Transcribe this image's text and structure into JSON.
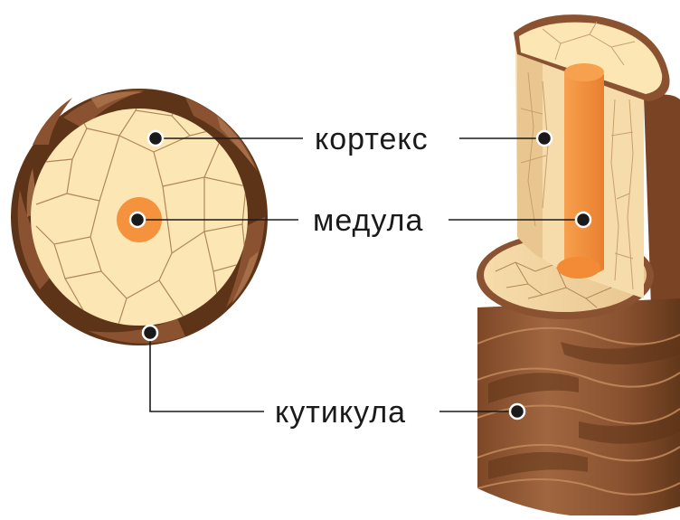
{
  "labels": {
    "cortex": "кортекс",
    "medulla": "медула",
    "cuticle": "кутикула"
  },
  "colors": {
    "cuticle_dark": "#5e3418",
    "cuticle_mid": "#8a5230",
    "cuticle_light": "#a8714a",
    "cortex_fill": "#fbe6b4",
    "cortex_lines": "#b08858",
    "medulla_fill": "#f5923e",
    "medulla_dark": "#e07a28",
    "leader_line": "#1a1a1a"
  }
}
